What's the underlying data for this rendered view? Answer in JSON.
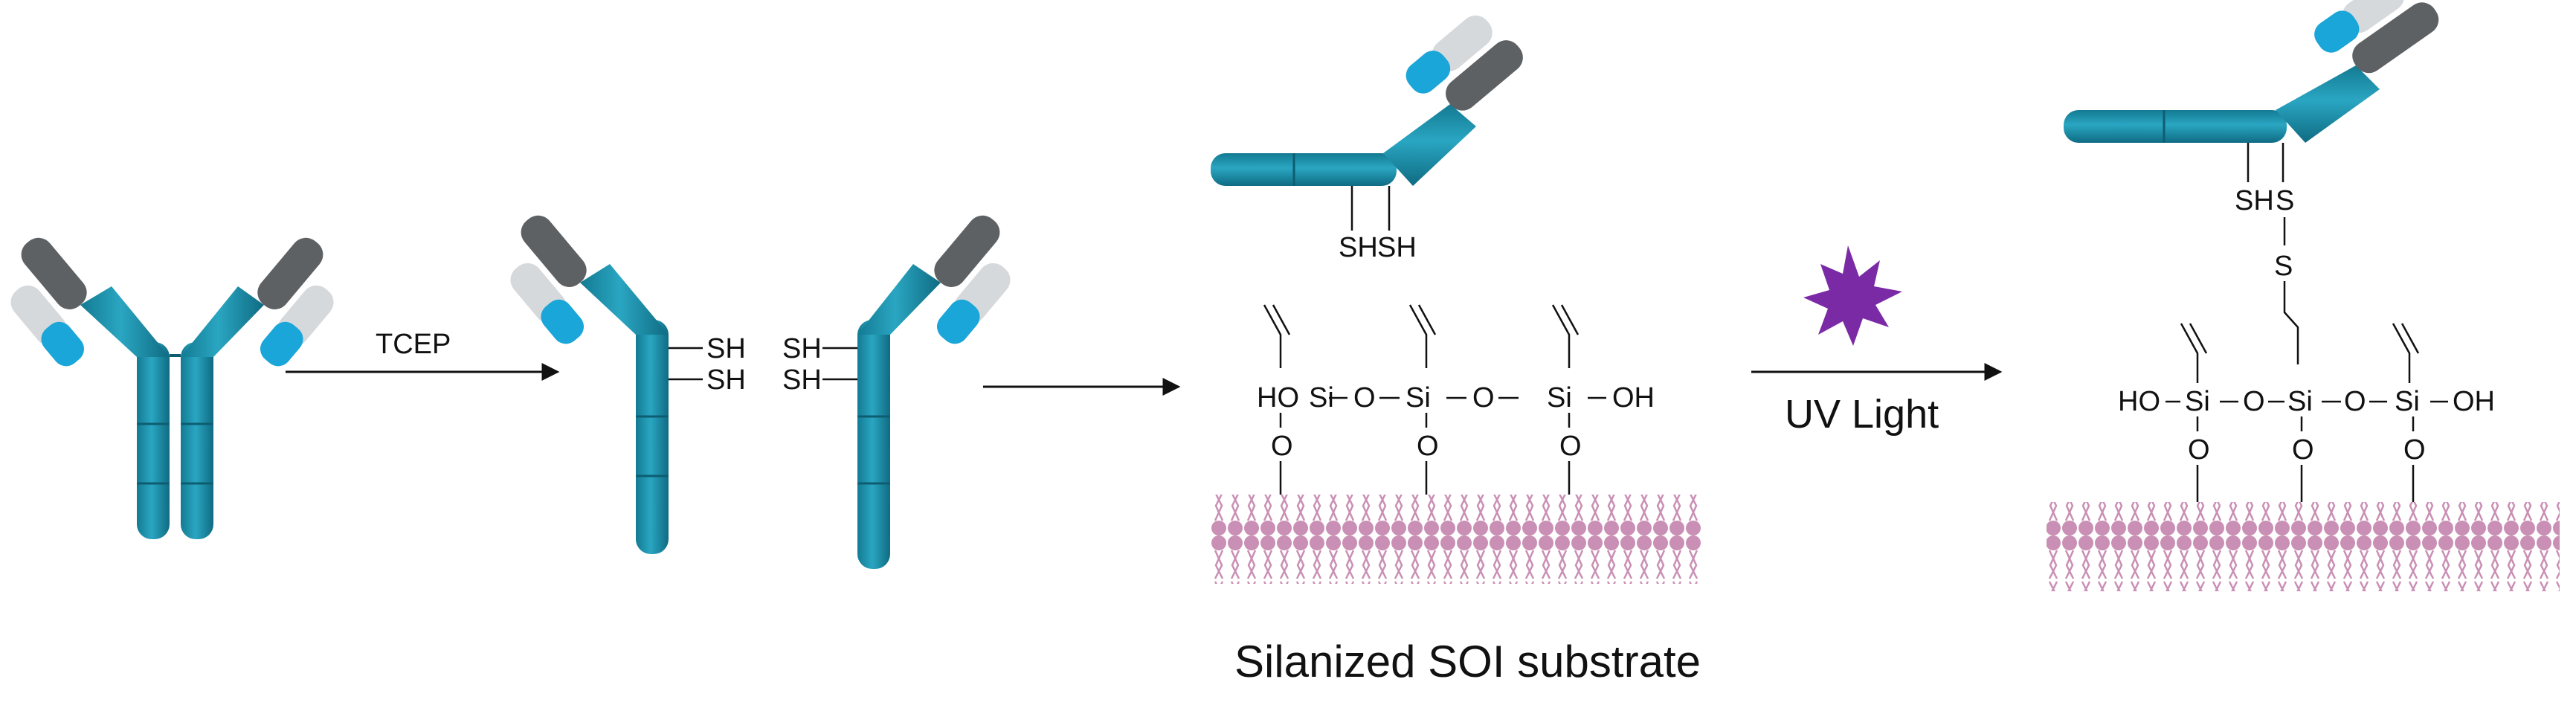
{
  "labels": {
    "tcep": "TCEP",
    "uv_light": "UV Light",
    "substrate_caption": "Silanized SOI substrate",
    "sh": "SH",
    "s": "S",
    "si": "Si",
    "o": "O",
    "ho": "HO",
    "oh": "OH"
  },
  "colors": {
    "heavy_chain": "#1f93ad",
    "heavy_chain_dark": "#13708a",
    "light_chain_blue": "#1aa6d8",
    "light_chain_white": "#d6d9dc",
    "light_chain_gray": "#5e6164",
    "membrane": "#c98fb4",
    "uv_star": "#7b2aa5",
    "arrow": "#111111"
  }
}
